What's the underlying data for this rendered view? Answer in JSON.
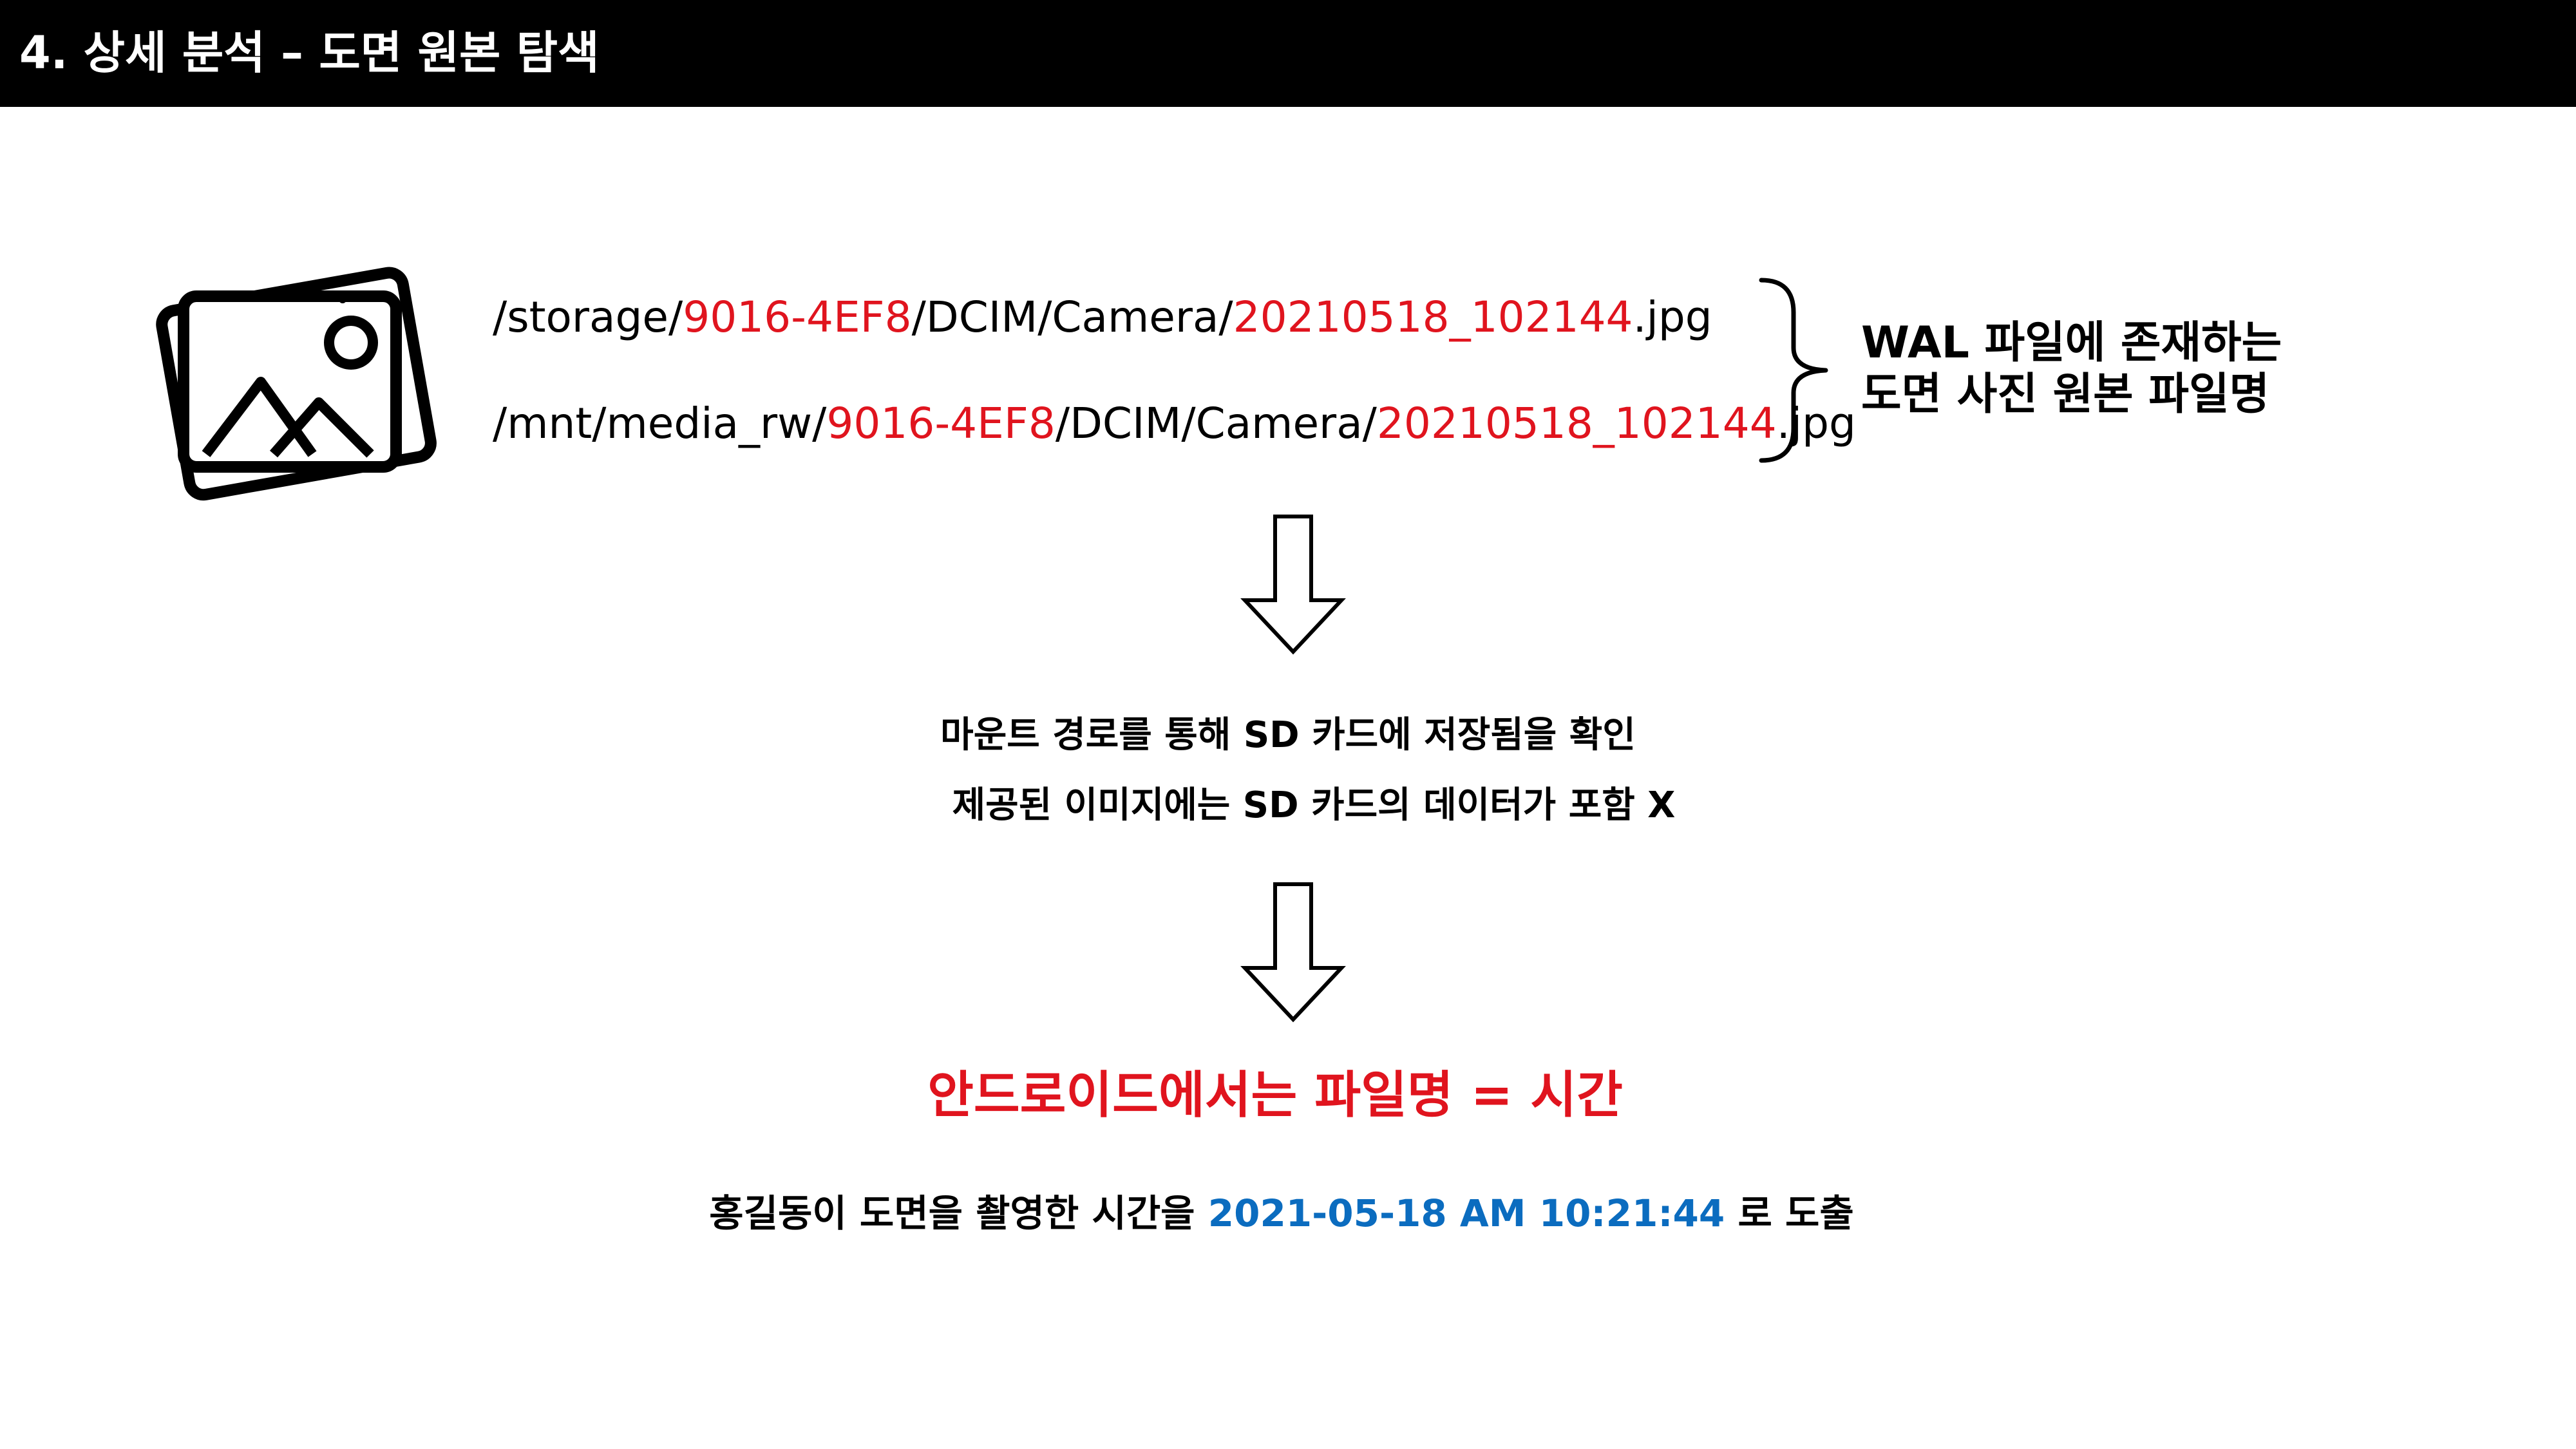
{
  "header": {
    "title": "4. 상세 분석 – 도면 원본 탐색"
  },
  "paths": [
    {
      "prefix": "/storage/",
      "volume_id": "9016-4EF8",
      "middle": "/DCIM/Camera/",
      "file_stem": "20210518_102144",
      "extension": ".jpg"
    },
    {
      "prefix": "/mnt/media_rw/",
      "volume_id": "9016-4EF8",
      "middle": "/DCIM/Camera/",
      "file_stem": "20210518_102144",
      "extension": ".jpg"
    }
  ],
  "wal_note": {
    "line1": "WAL 파일에 존재하는",
    "line2": "도면 사진 원본 파일명"
  },
  "mount_note": "마운트 경로를 통해 SD 카드에 저장됨을 확인",
  "sd_note": "제공된 이미지에는 SD 카드의 데이터가 포함 X",
  "filename_rule": "안드로이드에서는 파일명 = 시간",
  "conclusion": {
    "before": "홍길동이 도면을 촬영한 시간을 ",
    "time": "2021-05-18 AM 10:21:44",
    "after": " 로 도출"
  },
  "colors": {
    "header_bg": "#000000",
    "highlight_red": "#e0141e",
    "highlight_blue": "#0b6cbf"
  },
  "icons": {
    "photo": "photo-gallery-icon",
    "arrow": "down-arrow-icon",
    "brace": "right-curly-brace"
  }
}
